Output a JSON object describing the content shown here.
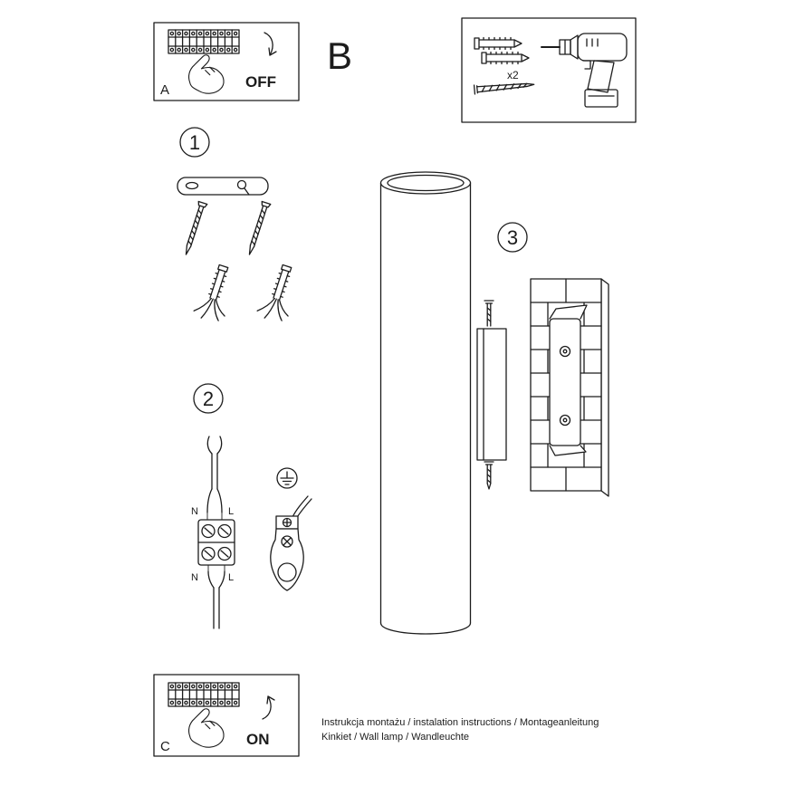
{
  "colors": {
    "ink": "#1c1c1c",
    "background": "#ffffff"
  },
  "power_off_box": {
    "label": "A",
    "state": "OFF"
  },
  "section_label": "B",
  "tools_box": {
    "quantity": "x2"
  },
  "steps": {
    "one": "1",
    "two": "2",
    "three": "3"
  },
  "wiring": {
    "n_top": "N",
    "l_top": "L",
    "n_bottom": "N",
    "l_bottom": "L"
  },
  "power_on_box": {
    "label": "C",
    "state": "ON"
  },
  "footer": {
    "line1": "Instrukcja montażu / instalation instructions / Montageanleitung",
    "line2": "Kinkiet / Wall lamp / Wandleuchte"
  }
}
